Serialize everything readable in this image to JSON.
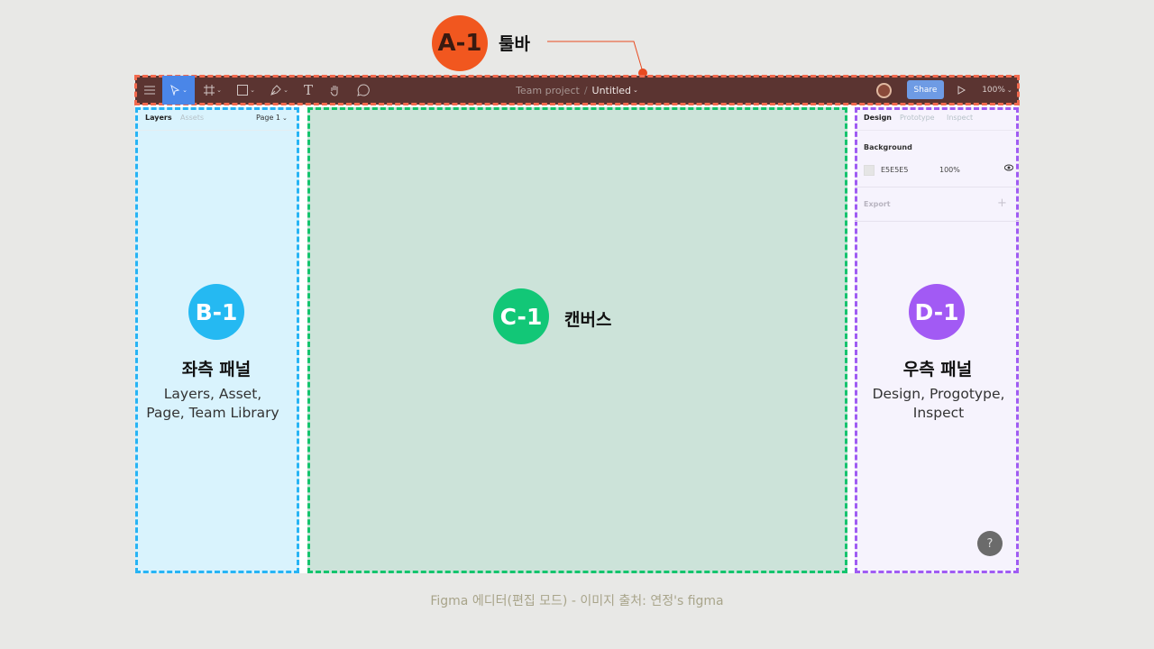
{
  "annotations": {
    "toolbar": {
      "badge": "A-1",
      "title": "툴바"
    },
    "left_panel": {
      "badge": "B-1",
      "title": "좌측 패널",
      "desc_line1": "Layers, Asset,",
      "desc_line2": "Page, Team Library"
    },
    "canvas": {
      "badge": "C-1",
      "title": "캔버스"
    },
    "right_panel": {
      "badge": "D-1",
      "title": "우측 패널",
      "desc_line1": "Design, Progotype,",
      "desc_line2": "Inspect"
    }
  },
  "toolbar": {
    "menu_icon": "hamburger-menu-icon",
    "move_icon": "cursor-arrow-icon",
    "frame_icon": "frame-hash-icon",
    "shape_icon": "rectangle-icon",
    "pen_icon": "pen-icon",
    "text_icon": "T",
    "hand_icon": "hand-icon",
    "comment_icon": "comment-bubble-icon",
    "project": "Team project",
    "separator": "/",
    "file_name": "Untitled",
    "share_label": "Share",
    "play_icon": "play-icon",
    "zoom": "100%"
  },
  "left_panel": {
    "tabs": [
      "Layers",
      "Assets"
    ],
    "page": "Page 1"
  },
  "right_panel": {
    "tabs": [
      "Design",
      "Prototype",
      "Inspect"
    ],
    "background_title": "Background",
    "background_hex": "E5E5E5",
    "background_opacity": "100%",
    "export_title": "Export",
    "export_plus": "+",
    "help_label": "?"
  },
  "colors": {
    "toolbar_bg": "#5b3431",
    "left_panel_bg": "#d9f3fd",
    "canvas_bg": "#cce3d9",
    "right_panel_bg": "#f6f3fd",
    "badge_a": "#f1571f",
    "badge_b": "#25b9f2",
    "badge_c": "#12c777",
    "badge_d": "#a25af4",
    "share_button": "#6e9be4"
  },
  "caption": "Figma 에디터(편집 모드) - 이미지 출처: 연정's figma"
}
